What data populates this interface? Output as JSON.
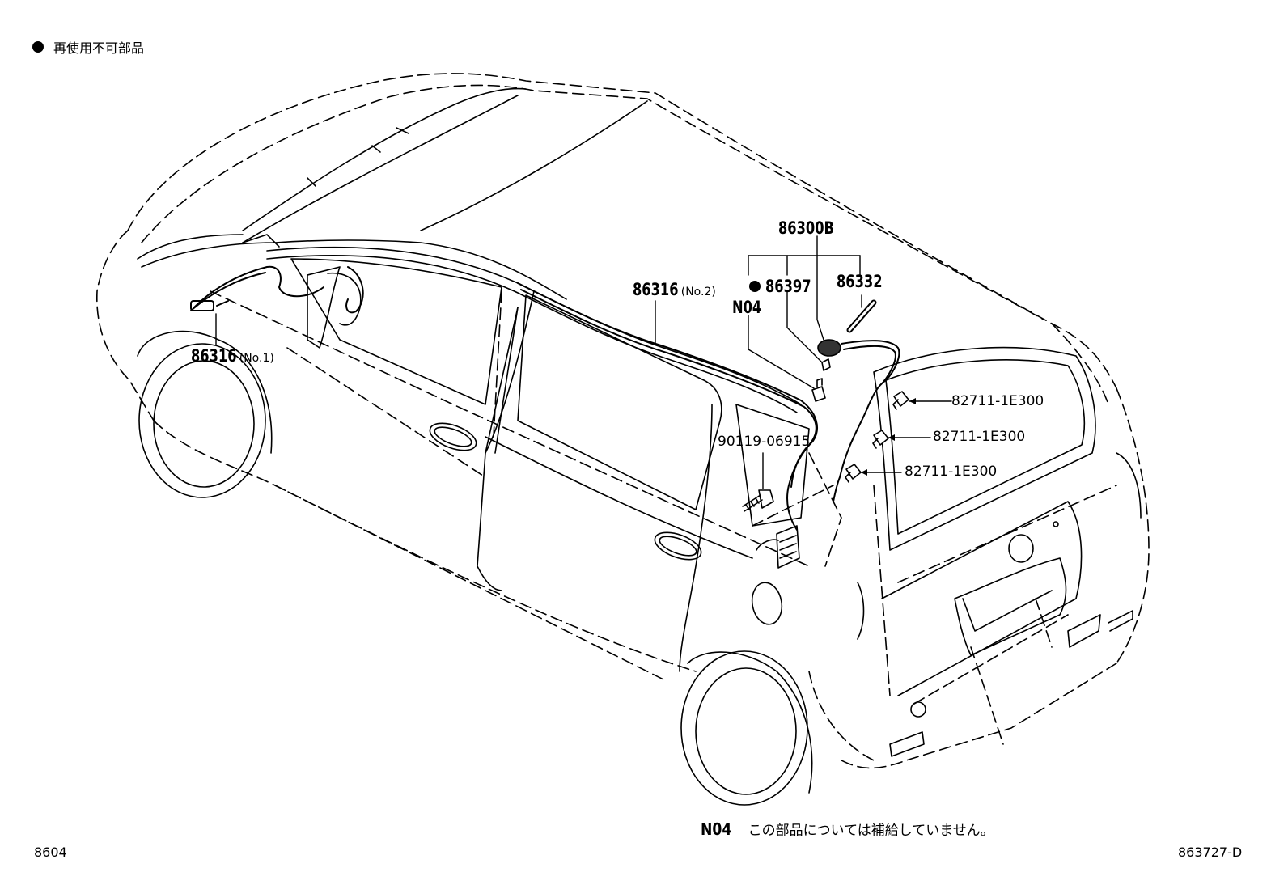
{
  "legend": {
    "symbol": "filled-circle",
    "text": "再使用不可部品"
  },
  "parts": {
    "p86300B": "86300B",
    "p86397": "86397",
    "p86332": "86332",
    "n04_label": "N04",
    "p86316_no2": "86316",
    "p86316_no2_sub": "(No.2)",
    "p86316_no1": "86316",
    "p86316_no1_sub": "(No.1)",
    "p90119": "90119-06915",
    "clip_1": "82711-1E300",
    "clip_2": "82711-1E300",
    "clip_3": "82711-1E300"
  },
  "note": {
    "code": "N04",
    "text": "この部品については補給していません。"
  },
  "footer": {
    "left": "8604",
    "right": "863727-D"
  }
}
